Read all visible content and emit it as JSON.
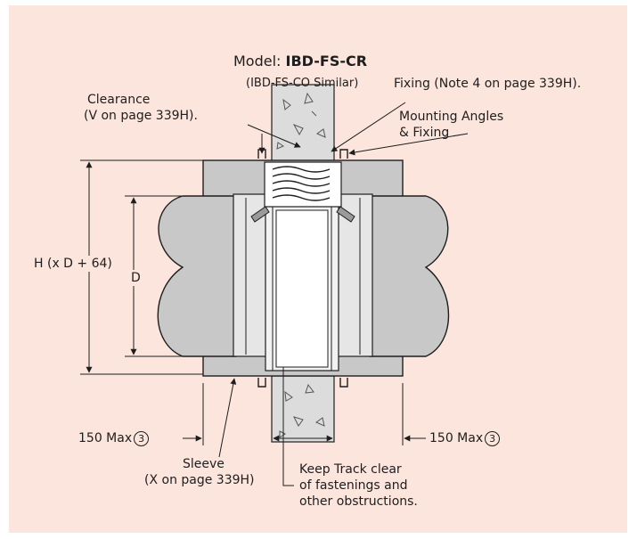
{
  "model": {
    "prefix": "Model: ",
    "name": "IBD-FS-CR",
    "similar": "(IBD-FS-CO Similar)"
  },
  "labels": {
    "fixing": "Fixing (Note 4 on page 339H).",
    "clearance_1": "Clearance",
    "clearance_2": "(V on page 339H).",
    "mounting_1": "Mounting Angles",
    "mounting_2": "& Fixing",
    "height": "H (x D + 64)",
    "diameter": "D",
    "max_left": "150 Max",
    "max_right": "150 Max",
    "note_marker": "3",
    "sleeve_1": "Sleeve",
    "sleeve_2": "(X on page 339H)",
    "track_1": "Keep Track clear",
    "track_2": "of fastenings and",
    "track_3": "other obstructions."
  },
  "colors": {
    "panel": "#fbe5dc",
    "duct": "#c8c8c8",
    "wall": "#dcdcdc",
    "line": "#1e1e1e"
  }
}
